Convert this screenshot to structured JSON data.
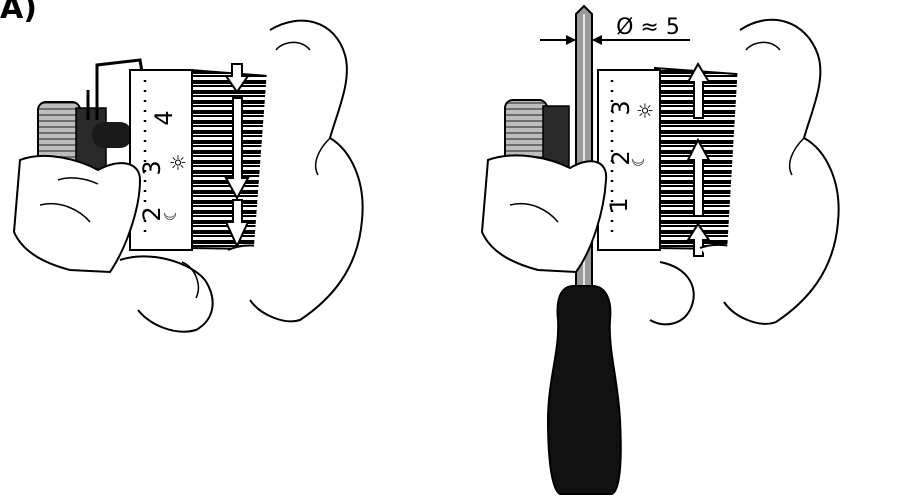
{
  "figure": {
    "panel_label": "A)",
    "dimension_label": "Ø ≈ 5",
    "left_scale": {
      "numbers": [
        "4",
        "3",
        "2"
      ],
      "sun_symbol": "☼",
      "moon_symbol": "☾"
    },
    "right_scale": {
      "numbers": [
        "3",
        "2",
        "1"
      ],
      "sun_symbol": "☼",
      "moon_symbol": "☾"
    }
  },
  "colors": {
    "ink": "#000000",
    "paper": "#ffffff",
    "tool_handle": "#111111",
    "metal": "#9a9a9a"
  }
}
